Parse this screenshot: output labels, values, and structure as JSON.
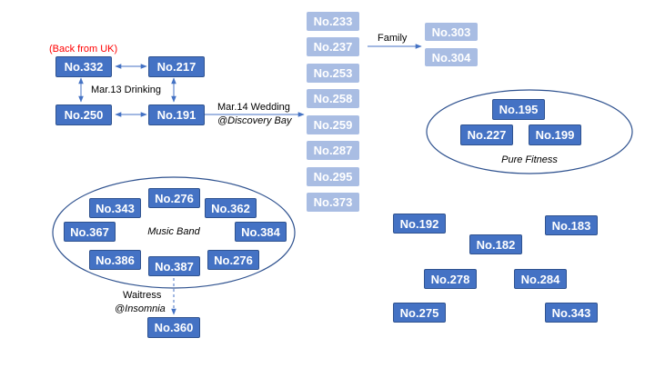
{
  "note_back_from_uk": "(Back from UK)",
  "core": {
    "n332": "No.332",
    "n217": "No.217",
    "n250": "No.250",
    "n191": "No.191",
    "drinking_label": "Mar.13 Drinking"
  },
  "wedding": {
    "label_line1": "Mar.14 Wedding",
    "label_line2": "@Discovery Bay",
    "guests": [
      "No.233",
      "No.237",
      "No.253",
      "No.258",
      "No.259",
      "No.287",
      "No.295",
      "No.373"
    ]
  },
  "family": {
    "label": "Family",
    "members": [
      "No.303",
      "No.304"
    ]
  },
  "pure_fitness": {
    "label": "Pure Fitness",
    "top": "No.195",
    "left": "No.227",
    "right": "No.199"
  },
  "music_band": {
    "label": "Music Band",
    "members": [
      "No.276",
      "No.343",
      "No.362",
      "No.367",
      "No.384",
      "No.386",
      "No.387",
      "No.276"
    ]
  },
  "waitress": {
    "label_line1": "Waitress",
    "label_line2": "@Insomnia",
    "node": "No.360"
  },
  "scattered": [
    "No.192",
    "No.183",
    "No.182",
    "No.278",
    "No.284",
    "No.275",
    "No.343"
  ],
  "colors": {
    "node_fill": "#4472c4",
    "node_border": "#2f528f",
    "light_fill": "#a9bde3",
    "line": "#4472c4",
    "ellipse": "#2f528f",
    "note": "#ff0000"
  }
}
